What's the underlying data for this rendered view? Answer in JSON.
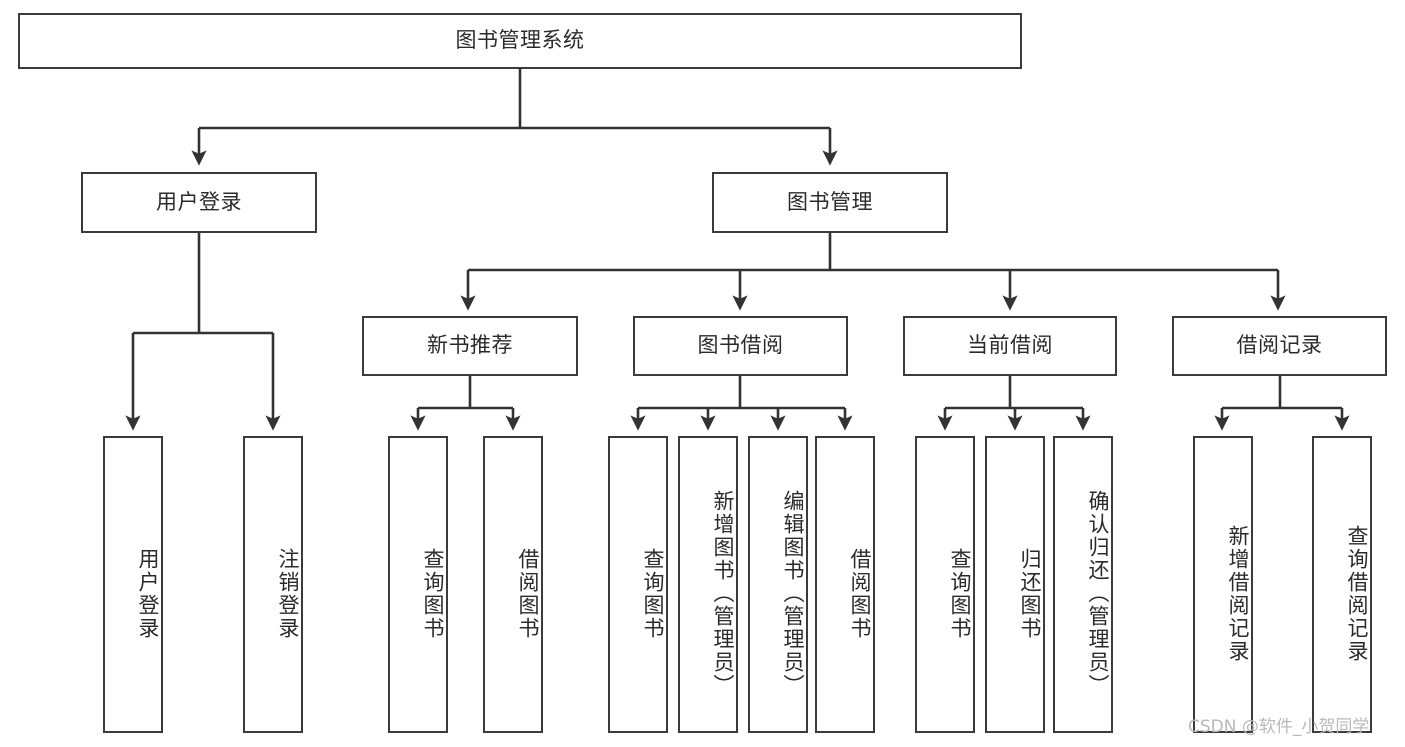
{
  "diagram": {
    "type": "tree-hierarchy",
    "title": "图书管理系统",
    "watermark": "CSDN @软件_小贺同学",
    "colors": {
      "box_border": "#3b3b3b",
      "box_fill": "#ffffff",
      "connector": "#333333",
      "text": "#2b2b2b",
      "watermark": "#b9b9b9",
      "background": "#ffffff"
    },
    "root": {
      "label": "图书管理系统"
    },
    "level2": [
      {
        "label": "用户登录"
      },
      {
        "label": "图书管理"
      }
    ],
    "level3": [
      {
        "label": "新书推荐"
      },
      {
        "label": "图书借阅"
      },
      {
        "label": "当前借阅"
      },
      {
        "label": "借阅记录"
      }
    ],
    "leaves": {
      "user_login": [
        {
          "label": "用户登录"
        },
        {
          "label": "注销登录"
        }
      ],
      "new_book_recommend": [
        {
          "label": "查询图书"
        },
        {
          "label": "借阅图书"
        }
      ],
      "book_borrow": [
        {
          "label": "查询图书"
        },
        {
          "label": "新增图书（管理员）"
        },
        {
          "label": "编辑图书（管理员）"
        },
        {
          "label": "借阅图书"
        }
      ],
      "current_borrow": [
        {
          "label": "查询图书"
        },
        {
          "label": "归还图书"
        },
        {
          "label": "确认归还（管理员）"
        }
      ],
      "borrow_record": [
        {
          "label": "新增借阅记录"
        },
        {
          "label": "查询借阅记录"
        }
      ]
    }
  }
}
